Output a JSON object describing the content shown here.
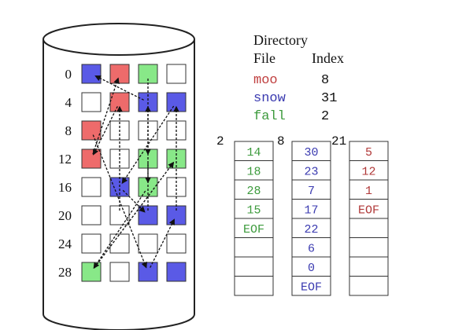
{
  "colors": {
    "red": "#ee6b6b",
    "blue": "#5a5ae6",
    "green": "#88e888",
    "moo_text": "#c04040",
    "snow_text": "#3a3ab0",
    "fall_text": "#3c9a3c",
    "fat_red_text": "#b03838"
  },
  "disk": {
    "row_labels": [
      "0",
      "4",
      "8",
      "12",
      "16",
      "20",
      "24",
      "28"
    ],
    "blocks": [
      "blue",
      "red",
      "green",
      "white",
      "white",
      "red",
      "blue",
      "blue",
      "red",
      "white",
      "white",
      "white",
      "red",
      "white",
      "green",
      "green",
      "white",
      "blue",
      "green",
      "white",
      "white",
      "white",
      "blue",
      "blue",
      "white",
      "white",
      "white",
      "white",
      "green",
      "white",
      "blue",
      "blue"
    ]
  },
  "directory": {
    "title": "Directory",
    "col_file": "File",
    "col_index": "Index",
    "entries": [
      {
        "file": "moo",
        "index": "8",
        "color": "red"
      },
      {
        "file": "snow",
        "index": "31",
        "color": "blue"
      },
      {
        "file": "fall",
        "index": "2",
        "color": "green"
      }
    ]
  },
  "fat_columns": [
    {
      "start": "2",
      "color": "green",
      "cells": [
        "14",
        "18",
        "28",
        "15",
        "EOF",
        "",
        "",
        ""
      ]
    },
    {
      "start": "8",
      "color": "blue",
      "cells": [
        "30",
        "23",
        "7",
        "17",
        "22",
        "6",
        "0",
        "EOF"
      ]
    },
    {
      "start": "21",
      "color": "red",
      "cells": [
        "5",
        "12",
        "1",
        "EOF",
        "",
        "",
        "",
        ""
      ]
    }
  ]
}
